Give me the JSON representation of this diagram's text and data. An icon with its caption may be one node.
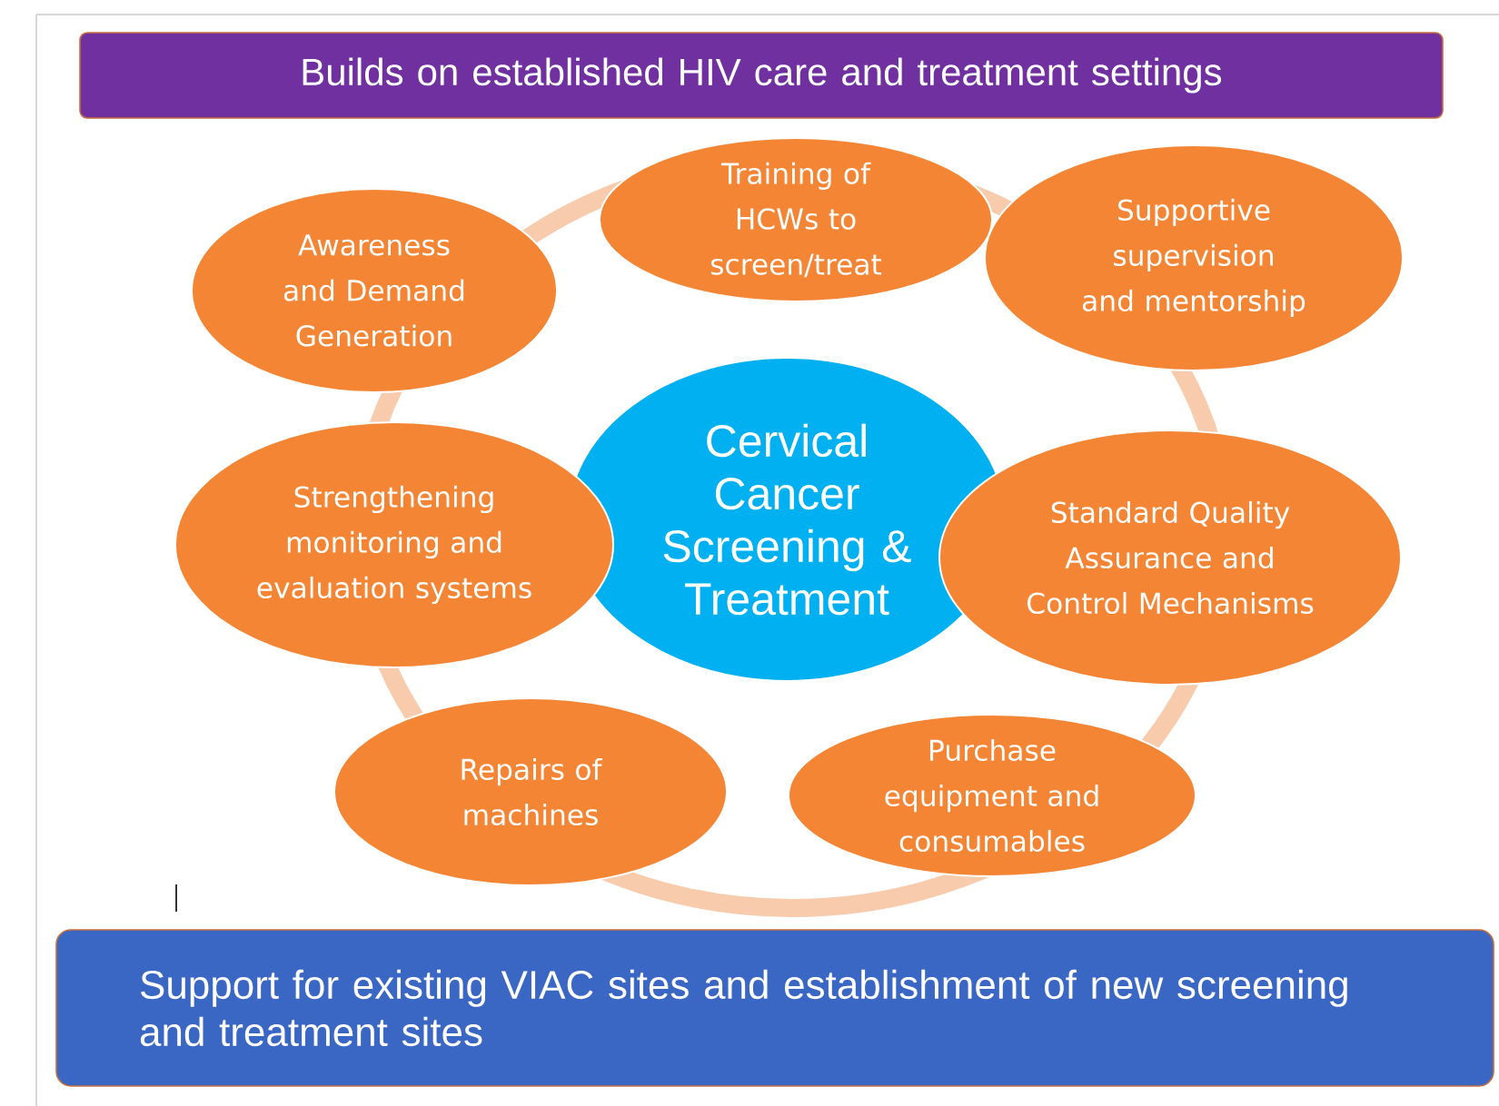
{
  "diagram": {
    "nodes": [
      {
        "text": [
          "Builds on established HIV care and treatment settings"
        ]
      },
      {
        "text": [
          "Cervical Cancer Screening & Treatment"
        ]
      },
      {
        "text": [
          "Training of HCWs to screen/treat"
        ]
      },
      {
        "text": [
          "Supportive supervision and mentorship"
        ]
      },
      {
        "text": [
          "Awareness and Demand Generation"
        ]
      },
      {
        "text": [
          "Strengthening monitoring and evaluation systems"
        ]
      },
      {
        "text": [
          "Standard Quality Assurance and Control Mechanisms"
        ]
      },
      {
        "text": [
          "Repairs of machines"
        ]
      },
      {
        "text": [
          "Purchase equipment and consumables"
        ]
      },
      {
        "text": [
          "Support for existing VIAC sites and establishment of new screening and treatment sites"
        ]
      }
    ]
  }
}
